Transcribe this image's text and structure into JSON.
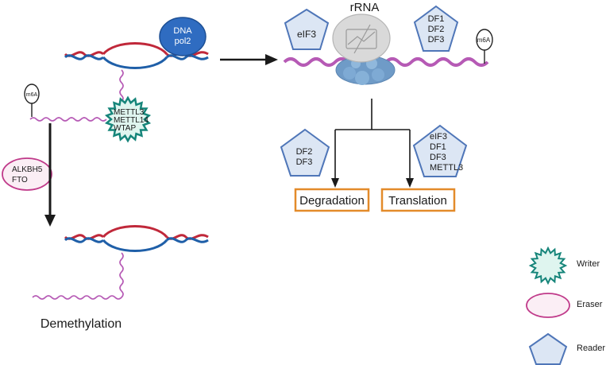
{
  "diagram": {
    "dna_polymerase": {
      "line1": "DNA",
      "line2": "pol2"
    },
    "ribosome": {
      "label": "rRNA"
    },
    "readers_top": {
      "left": [
        "eIF3"
      ],
      "right": [
        "DF1",
        "DF2",
        "DF3"
      ]
    },
    "readers_mid": {
      "left": [
        "DF2",
        "DF3"
      ],
      "right": [
        "eIF3",
        "DF1",
        "DF3",
        "METTL3"
      ]
    },
    "m6a_marks": {
      "left": "m6A",
      "right": "m6A"
    },
    "writer_complex": [
      "METTL3",
      "METTL14",
      "WTAP"
    ],
    "eraser": [
      "ALKBH5",
      "FTO"
    ],
    "outcomes": {
      "degradation": "Degradation",
      "translation": "Translation"
    },
    "bottom_caption": "Demethylation",
    "legend": [
      {
        "label": "Writer",
        "icon": "writer-starburst-icon"
      },
      {
        "label": "Eraser",
        "icon": "eraser-oval-icon"
      },
      {
        "label": "Reader",
        "icon": "reader-pentagon-icon"
      }
    ],
    "colors": {
      "dna_red": "#c0283a",
      "dna_blue": "#1f5fa8",
      "rna_purple": "#b65ab5",
      "pol_blue": "#2f6cc1",
      "reader_fill": "#dce6f4",
      "reader_stroke": "#4f76b8",
      "writer_fill": "#dff5ef",
      "writer_stroke": "#16857a",
      "eraser_fill": "#fbeef5",
      "eraser_stroke": "#c03a8a",
      "outcome_border": "#e38b2a"
    }
  }
}
